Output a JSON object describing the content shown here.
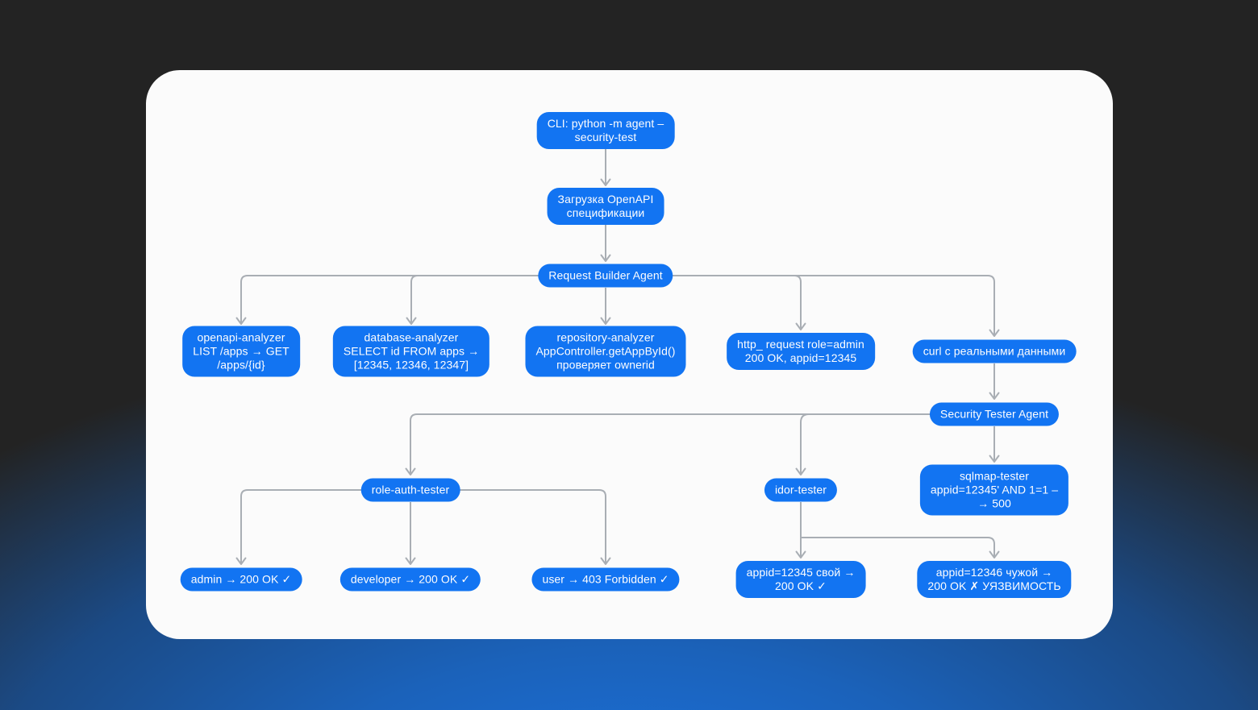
{
  "background": {
    "top_color": "#232323",
    "bottom_glow_color": "#1a74e4",
    "card_color": "#fbfbfb"
  },
  "accent_color": "#1274f2",
  "connector_color": "#a9aeb4",
  "diagram": {
    "type": "flowchart",
    "nodes": {
      "cli": {
        "label": "CLI: python -m agent –\nsecurity-test"
      },
      "openapi_spec": {
        "label": "Загрузка OpenAPI\nспецификации"
      },
      "request_builder": {
        "label": "Request Builder Agent"
      },
      "openapi_analyzer": {
        "label": "openapi-analyzer\nLIST /apps → GET\n/apps/{id}"
      },
      "database_analyzer": {
        "label": "database-analyzer\nSELECT id FROM apps →\n[12345, 12346, 12347]"
      },
      "repository_analyzer": {
        "label": "repository-analyzer\nAppController.getAppById()\nпроверяет ownerid"
      },
      "http_request": {
        "label": "http_ request role=admin\n200 OK, appid=12345"
      },
      "curl_real_data": {
        "label": "curl с реальными данными"
      },
      "security_tester": {
        "label": "Security Tester Agent"
      },
      "role_auth_tester": {
        "label": "role-auth-tester"
      },
      "idor_tester": {
        "label": "idor-tester"
      },
      "sqlmap_tester": {
        "label": "sqlmap-tester\nappid=12345' AND 1=1 –\n→ 500"
      },
      "admin_result": {
        "label": "admin → 200 OK ✓"
      },
      "developer_result": {
        "label": "developer → 200 OK ✓"
      },
      "user_result": {
        "label": "user → 403 Forbidden ✓"
      },
      "idor_own_result": {
        "label": "appid=12345 свой →\n200 OK ✓"
      },
      "idor_foreign_result": {
        "label": "appid=12346 чужой →\n200 OK ✗ УЯЗВИМОСТЬ"
      }
    },
    "edges": [
      [
        "cli",
        "openapi_spec"
      ],
      [
        "openapi_spec",
        "request_builder"
      ],
      [
        "request_builder",
        "openapi_analyzer"
      ],
      [
        "request_builder",
        "database_analyzer"
      ],
      [
        "request_builder",
        "repository_analyzer"
      ],
      [
        "request_builder",
        "http_request"
      ],
      [
        "request_builder",
        "curl_real_data"
      ],
      [
        "curl_real_data",
        "security_tester"
      ],
      [
        "security_tester",
        "role_auth_tester"
      ],
      [
        "security_tester",
        "idor_tester"
      ],
      [
        "security_tester",
        "sqlmap_tester"
      ],
      [
        "role_auth_tester",
        "admin_result"
      ],
      [
        "role_auth_tester",
        "developer_result"
      ],
      [
        "role_auth_tester",
        "user_result"
      ],
      [
        "idor_tester",
        "idor_own_result"
      ],
      [
        "idor_tester",
        "idor_foreign_result"
      ]
    ]
  }
}
